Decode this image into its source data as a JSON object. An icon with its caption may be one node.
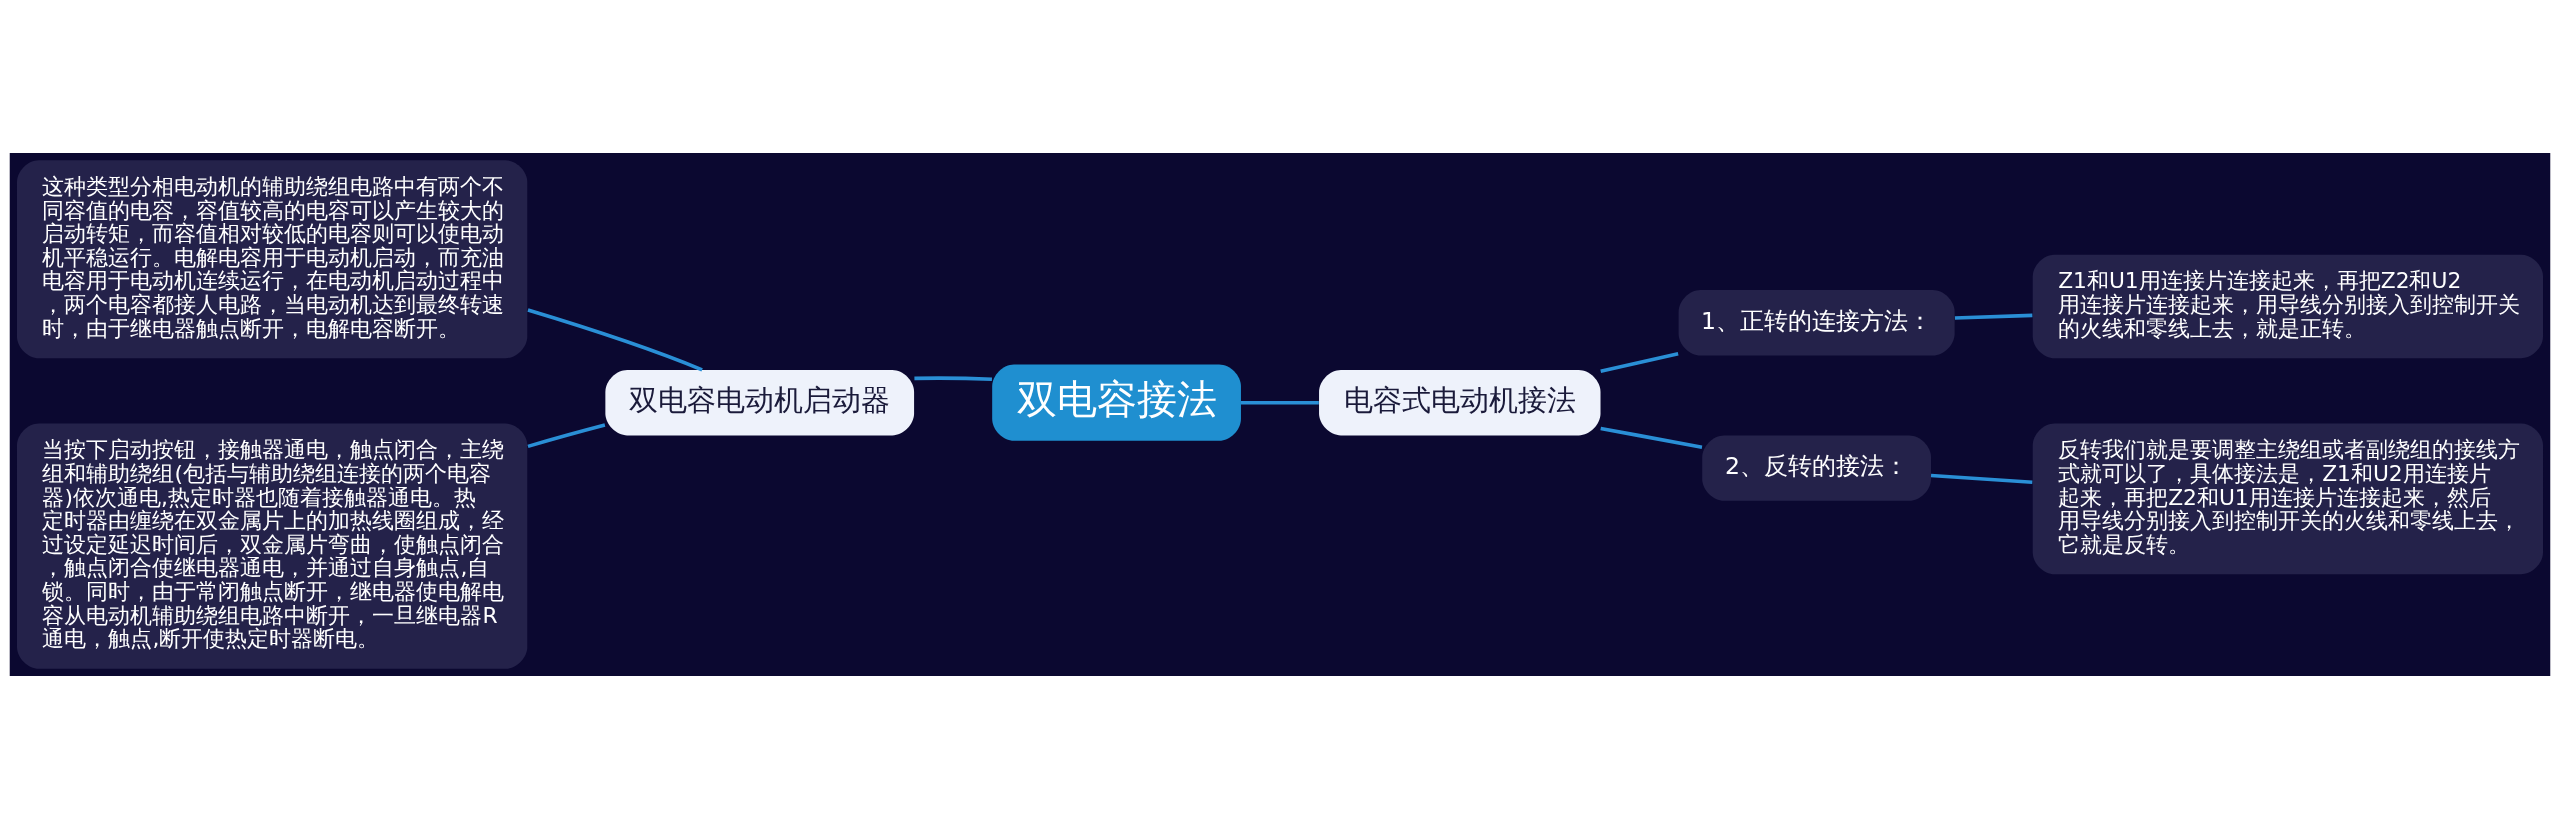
{
  "diagram": {
    "nodes": [
      {
        "text": [
          "双电容接法"
        ]
      },
      {
        "text": [
          "双电容电动机启动器"
        ]
      },
      {
        "text": [
          "这种类型分相电动机的辅助绕组电路中有两个不同容值的电容，容值较高的电容可以产生较大的启动转矩，而容值相对较低的电容则可以使电动机平稳运行。电解电容用于电动机启动，而充油电容用于电动机连续运行，在电动机启动过程中，两个电容都接人电路，当电动机达到最终转速时，由于继电器触点断开，电解电容断开。"
        ]
      },
      {
        "text": [
          "当按下启动按钮，接触器通电，触点闭合，主绕组和辅助绕组(包括与辅助绕组连接的两个电容器)依次通电,热定时器也随着接触器通电。热定时器由缠绕在双金属片上的加热线圈组成，经过设定延迟时间后，双金属片弯曲，使触点闭合，触点闭合使继电器通电，并通过自身触点,自锁。同时，由于常闭触点断开，继电器使电解电容从电动机辅助绕组电路中断开，一旦继电器R通电，触点,断开使热定时器断电。"
        ]
      },
      {
        "text": [
          "电容式电动机接法"
        ]
      },
      {
        "text": [
          "1、正转的连接方法："
        ]
      },
      {
        "text": [
          "Z1和U1用连接片连接起来，再把Z2和U2用连接片连接起来，用导线分别接入到控制开关的火线和零线上去，就是正转。"
        ]
      },
      {
        "text": [
          "2、反转的接法："
        ]
      },
      {
        "text": [
          "反转我们就是要调整主绕组或者副绕组的接线方式就可以了，具体接法是，Z1和U2用连接片起来，再把Z2和U1用连接片连接起来，然后用导线分别接入到控制开关的火线和零线上去，它就是反转。"
        ]
      }
    ],
    "edges": [
      {
        "from": 0,
        "to": 1,
        "arrow": "none"
      },
      {
        "from": 1,
        "to": 2,
        "arrow": "none"
      },
      {
        "from": 1,
        "to": 3,
        "arrow": "none"
      },
      {
        "from": 0,
        "to": 4,
        "arrow": "none"
      },
      {
        "from": 4,
        "to": 5,
        "arrow": "none"
      },
      {
        "from": 5,
        "to": 6,
        "arrow": "none"
      },
      {
        "from": 4,
        "to": 7,
        "arrow": "none"
      },
      {
        "from": 7,
        "to": 8,
        "arrow": "none"
      }
    ]
  }
}
